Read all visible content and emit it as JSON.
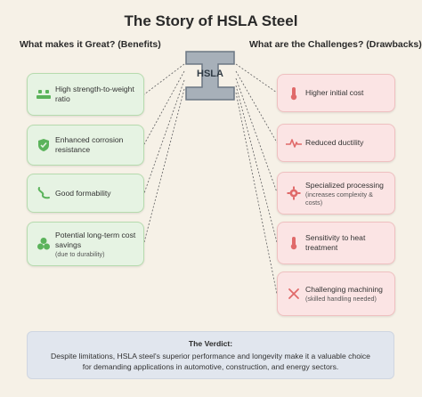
{
  "title": "The Story of HSLA Steel",
  "benefits_heading": "What makes it Great? (Benefits)",
  "drawbacks_heading": "What are the Challenges? (Drawbacks)",
  "center_label": "HSLA",
  "colors": {
    "background": "#f6f1e7",
    "benefit_fill": "#e6f3e3",
    "benefit_icon": "#5bb35b",
    "drawback_fill": "#fbe4e4",
    "drawback_icon": "#e06a6a",
    "beam": "#a7b0b9",
    "verdict_fill": "#e1e6ee"
  },
  "benefits": [
    {
      "text": "High strength-to-weight ratio",
      "note": "",
      "icon": "weights-icon"
    },
    {
      "text": "Enhanced corrosion resistance",
      "note": "",
      "icon": "shield-check-icon"
    },
    {
      "text": "Good formability",
      "note": "",
      "icon": "curve-icon"
    },
    {
      "text": "Potential long-term cost savings",
      "note": "(due to durability)",
      "icon": "coins-icon"
    }
  ],
  "drawbacks": [
    {
      "text": "Higher initial cost",
      "note": "",
      "icon": "thermometer-icon"
    },
    {
      "text": "Reduced ductility",
      "note": "",
      "icon": "heartbeat-icon"
    },
    {
      "text": "Specialized processing",
      "note": "(increases complexity & costs)",
      "icon": "gear-icon"
    },
    {
      "text": "Sensitivity to heat treatment",
      "note": "",
      "icon": "thermometer-icon"
    },
    {
      "text": "Challenging machining",
      "note": "(skilled handling needed)",
      "icon": "x-icon"
    }
  ],
  "verdict": {
    "title": "The Verdict:",
    "body": "Despite limitations, HSLA steel's superior performance and longevity make it a valuable choice for demanding applications in automotive, construction, and energy sectors."
  }
}
